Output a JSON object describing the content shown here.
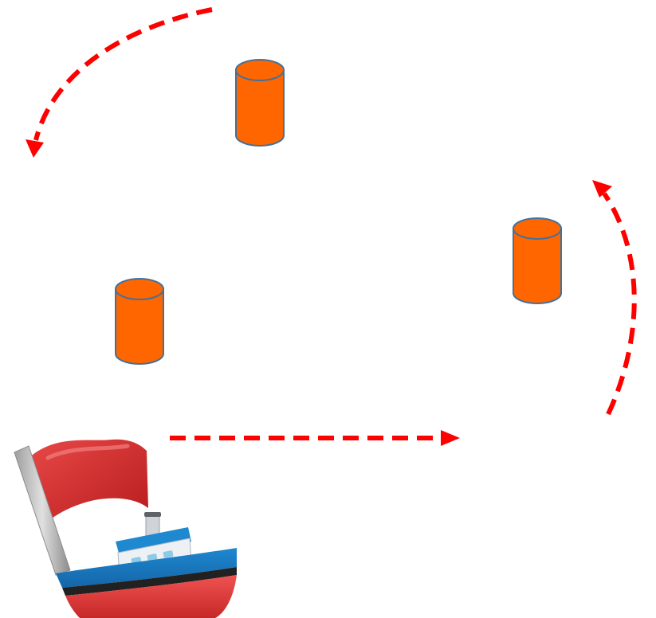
{
  "colors": {
    "background": "#ffffff",
    "route_arrow": "#ff0000",
    "buoy_fill": "#ff6600",
    "buoy_stroke": "#41719c",
    "flag_red": "#d32f2f",
    "hull_blue": "#1e88d0",
    "hull_red": "#e53935"
  },
  "buoys": [
    {
      "id": "buoy-top",
      "icon": "cylinder-buoy"
    },
    {
      "id": "buoy-right",
      "icon": "cylinder-buoy"
    },
    {
      "id": "buoy-left",
      "icon": "cylinder-buoy"
    }
  ],
  "route": [
    {
      "id": "straight-arrow",
      "icon": "dashed-arrow-right"
    },
    {
      "id": "curved-arrow-right",
      "icon": "dashed-curved-arrow-up"
    },
    {
      "id": "curved-arrow-top",
      "icon": "dashed-curved-arrow-left-down"
    }
  ],
  "boat": {
    "icon": "ship-with-red-flag"
  }
}
